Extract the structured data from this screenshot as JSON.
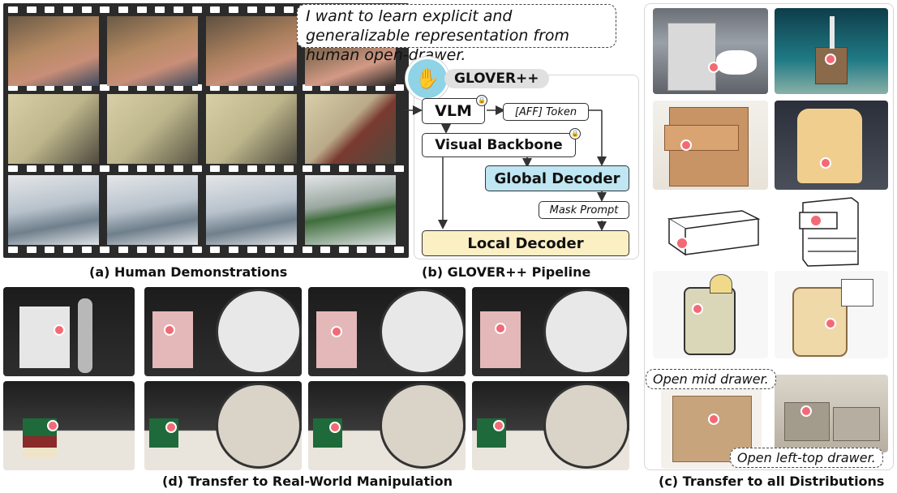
{
  "panel_a": {
    "caption": "(a) Human Demonstrations"
  },
  "panel_b": {
    "caption": "(b) GLOVER++ Pipeline",
    "speech": "I want to learn explicit and generalizable representation from human open-drawer.",
    "logo_label": "GLOVER++",
    "vlm": "VLM",
    "aff_token": "[AFF] Token",
    "visual_backbone": "Visual Backbone",
    "global_decoder": "Global Decoder",
    "mask_prompt": "Mask Prompt",
    "local_decoder": "Local Decoder",
    "lock_icon": "lock-icon",
    "colors": {
      "global_decoder": "#bfe6f2",
      "local_decoder": "#fbefc4",
      "affordance_marker": "#f26a76"
    }
  },
  "panel_c": {
    "caption": "(c) Transfer to all Distributions",
    "speech_mid": "Open mid drawer.",
    "speech_left_top": "Open left-top drawer."
  },
  "panel_d": {
    "caption": "(d) Transfer to Real-World Manipulation"
  }
}
